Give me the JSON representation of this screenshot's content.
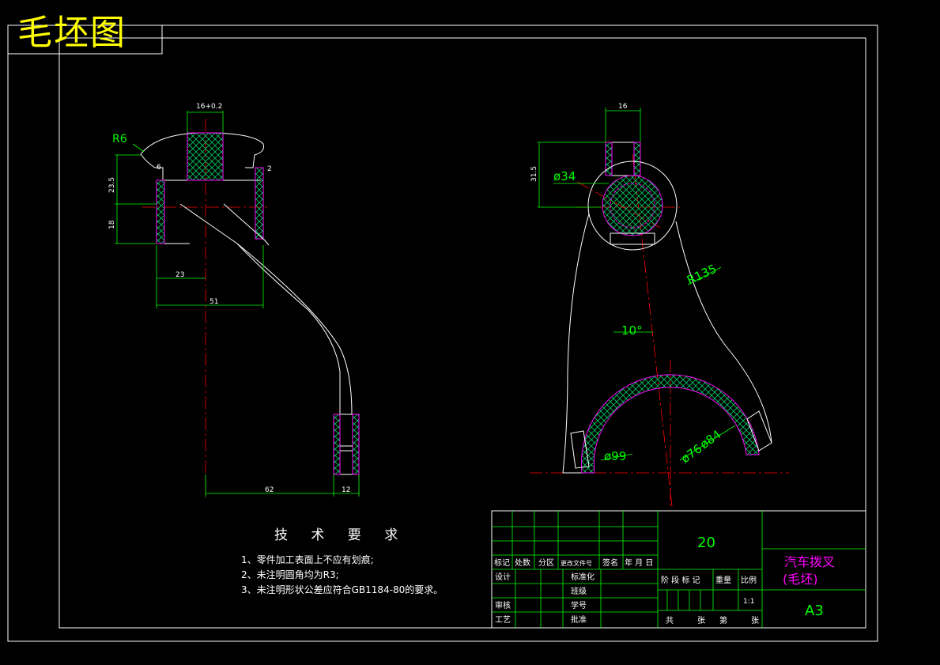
{
  "title": "毛坯图",
  "notes": {
    "heading": "技 术 要 求",
    "items": [
      "1、零件加工表面上不应有划痕;",
      "2、未注明圆角均为R3;",
      "3、未注明形状公差应符合GB1184-80的要求。"
    ]
  },
  "dimensions": {
    "left_view": {
      "top_width": "16+0.2",
      "fillet": "R6",
      "offset_left": "6",
      "offset_right": "2",
      "height_upper": "23.5",
      "height_lower": "18",
      "width_inner": "23",
      "width_outer": "51",
      "reach": "62",
      "foot": "12"
    },
    "right_view": {
      "top_width": "16",
      "height": "31.5",
      "hub_diameter": "ø34",
      "arc_radius": "R135",
      "angle": "10°",
      "fork_outer": "ø99",
      "fork_inner": "ø76",
      "fork_mid": "ø84"
    }
  },
  "title_block": {
    "quantity": "20",
    "part_name_line1": "汽车拨叉",
    "part_name_line2": "(毛坯)",
    "sheet_size": "A3",
    "header_labels": [
      "标记",
      "处数",
      "分区",
      "更改文件号",
      "签名",
      "年 月 日"
    ],
    "row_labels": [
      "设计",
      "审核",
      "工艺"
    ],
    "mid_labels": [
      "标准化",
      "班级",
      "学号",
      "批准"
    ],
    "stage_labels": [
      "阶 段 标 记",
      "重量",
      "比例"
    ],
    "scale": "1:1",
    "sheet_labels": [
      "共",
      "张",
      "第",
      "张"
    ]
  },
  "colors": {
    "line": "#ffffff",
    "dimension": "#00ff00",
    "center_line": "#ff0000",
    "hatch": "#ff00ff",
    "title": "#ffff00"
  }
}
